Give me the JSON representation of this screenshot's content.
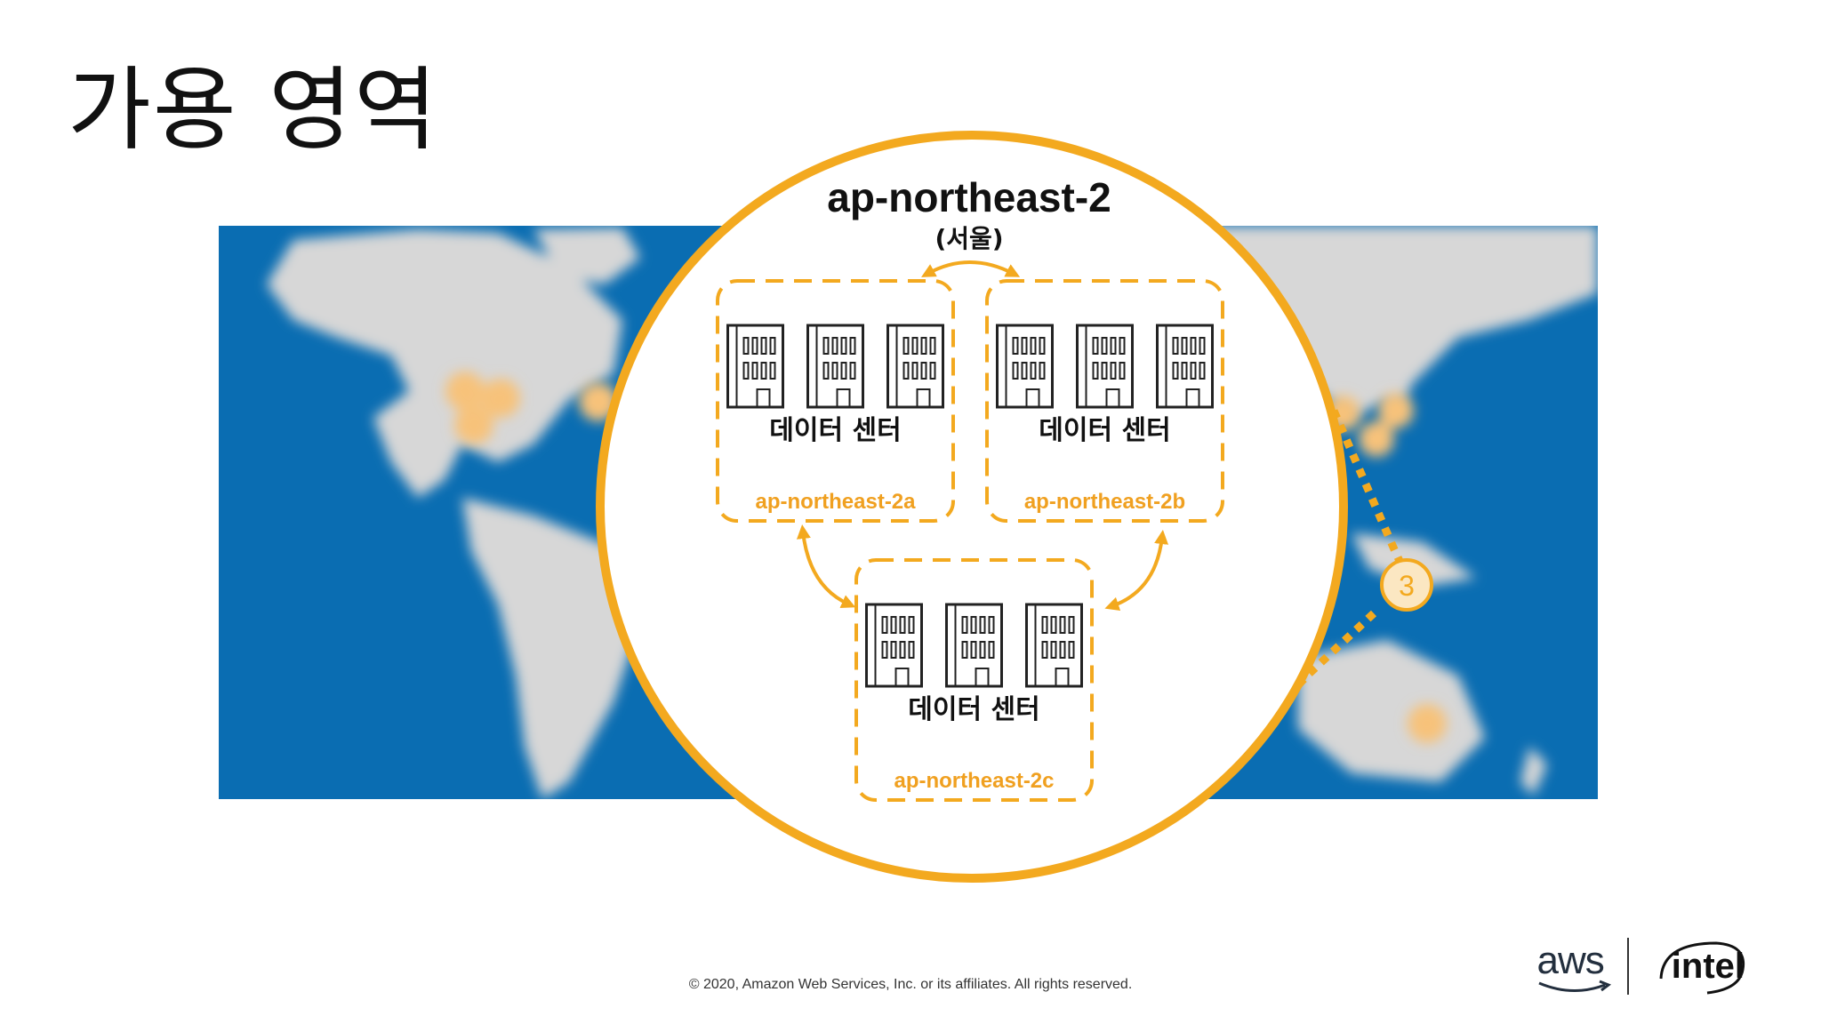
{
  "slide": {
    "title": "가용 영역",
    "copyright": "© 2020, Amazon Web Services, Inc. or its affiliates. All rights reserved."
  },
  "region": {
    "name": "ap-northeast-2",
    "city": "(서울)",
    "zones": [
      {
        "id": "ap-northeast-2a",
        "label": "데이터 센터",
        "buildings": 3
      },
      {
        "id": "ap-northeast-2b",
        "label": "데이터 센터",
        "buildings": 3
      },
      {
        "id": "ap-northeast-2c",
        "label": "데이터 센터",
        "buildings": 3
      }
    ]
  },
  "map": {
    "callout_count": "3"
  },
  "logos": {
    "aws": "aws",
    "intel": "intel"
  },
  "colors": {
    "accent": "#f3a91f",
    "ocean": "#0a6db2",
    "land": "#d7d7d7",
    "zone_text": "#f0a020"
  }
}
